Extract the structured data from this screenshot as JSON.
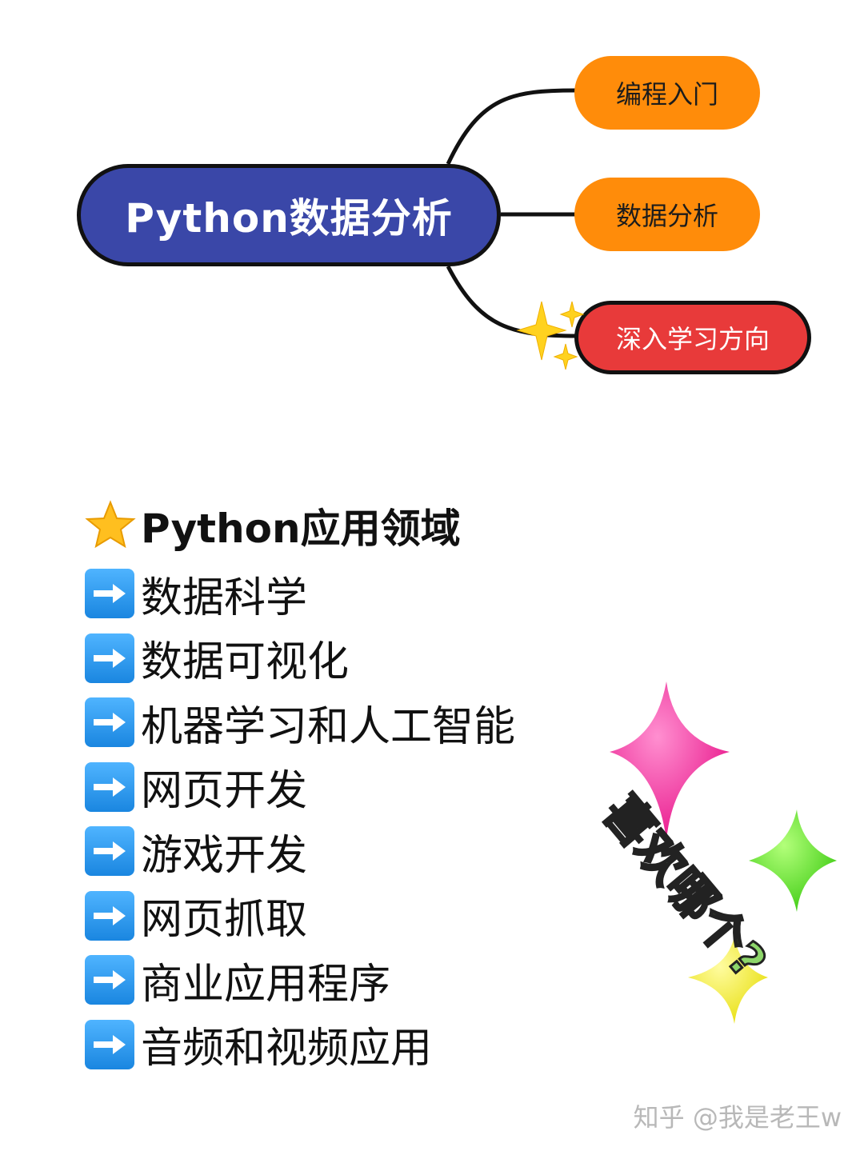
{
  "mind_map": {
    "center": "Python数据分析",
    "branches": [
      {
        "label": "编程入门",
        "color": "#ff8c0a"
      },
      {
        "label": "数据分析",
        "color": "#ff8c0a"
      },
      {
        "label": "深入学习方向",
        "color": "#e83a3a"
      }
    ]
  },
  "section": {
    "title": "Python应用领域",
    "icon": "star-icon",
    "items": [
      "数据科学",
      "数据可视化",
      "机器学习和人工智能",
      "网页开发",
      "游戏开发",
      "网页抓取",
      "商业应用程序",
      "音频和视频应用"
    ]
  },
  "sticker": {
    "text": "喜欢哪个?",
    "star_colors": [
      "#ff3fa8",
      "#6be33a",
      "#f7f03a"
    ]
  },
  "watermark": "知乎 @我是老王w"
}
